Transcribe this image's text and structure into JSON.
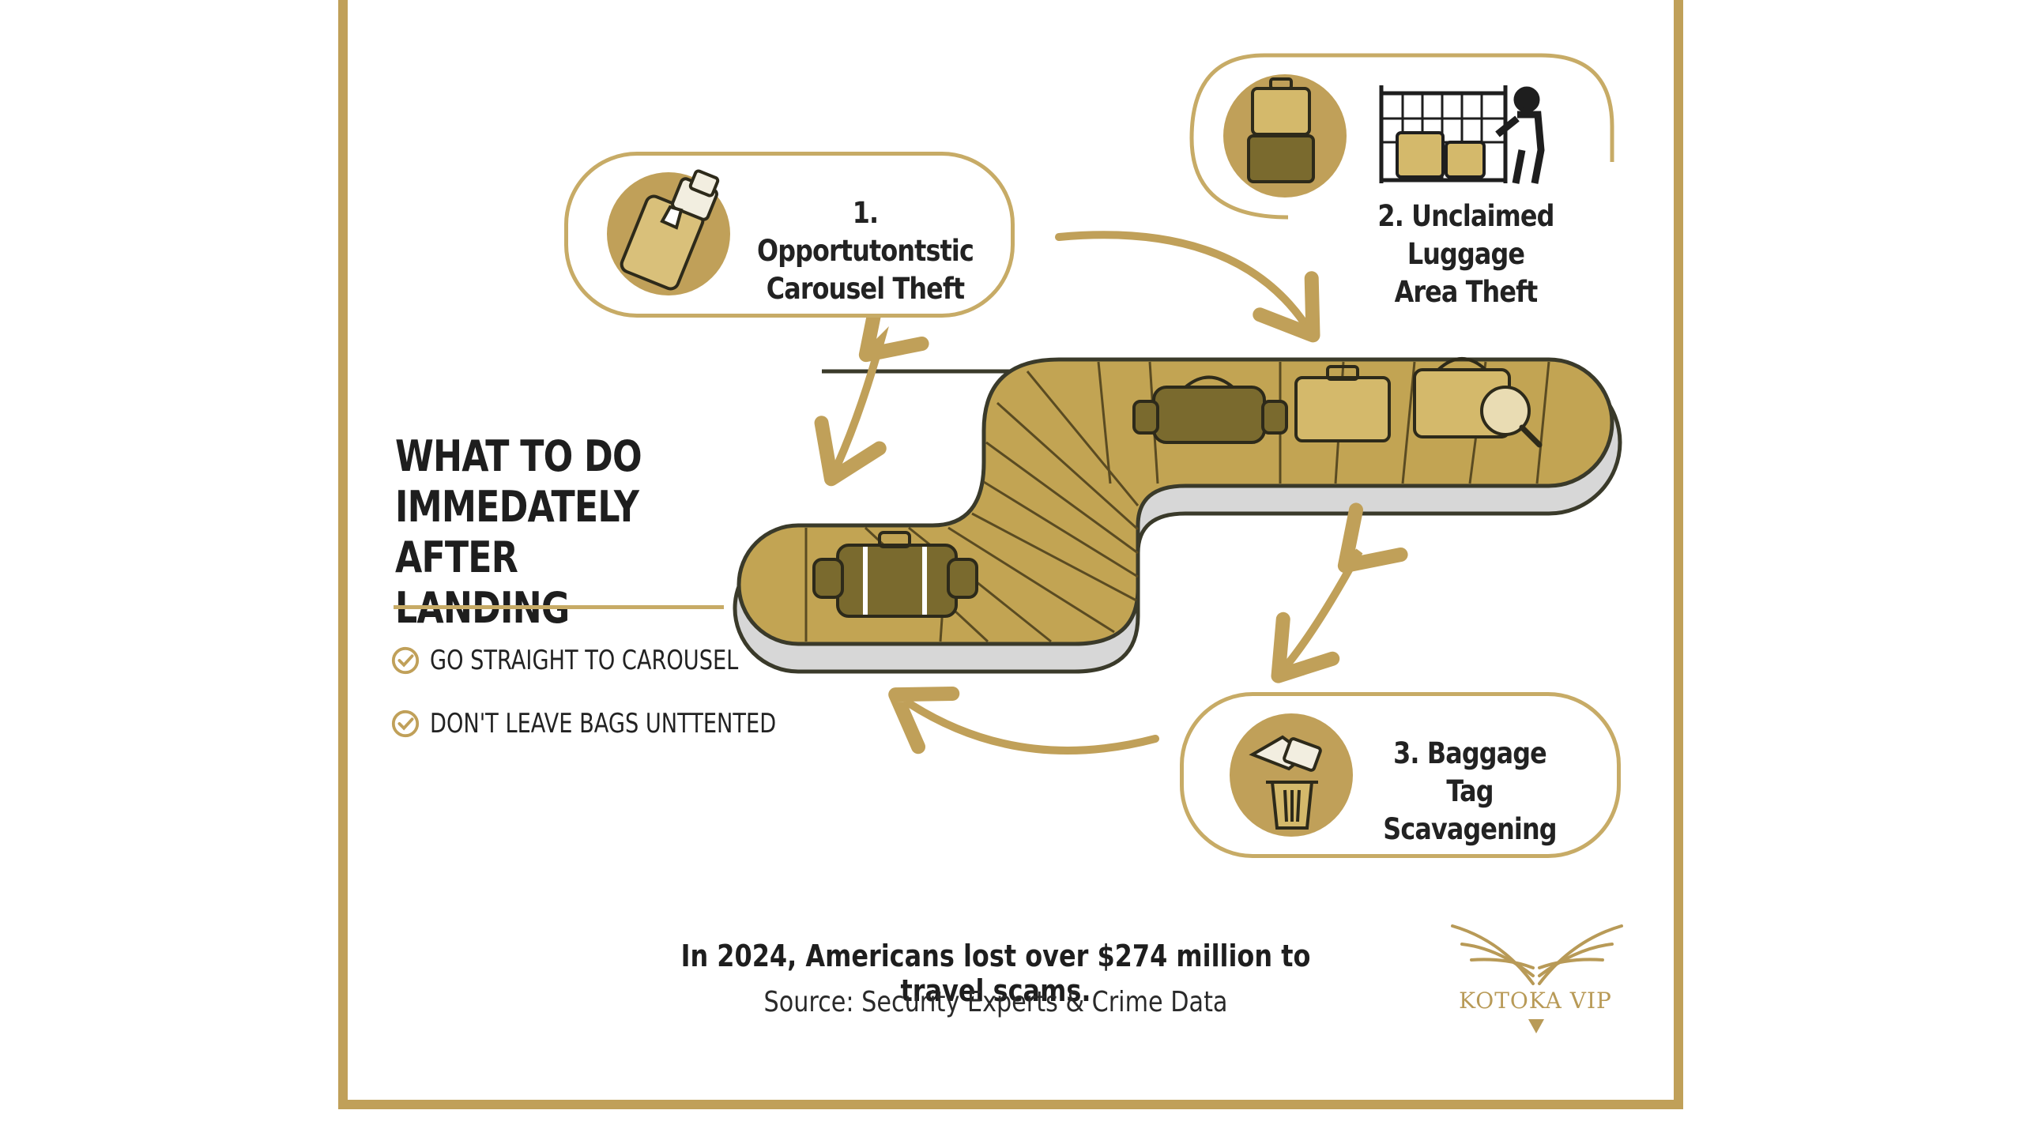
{
  "heading": [
    "WHAT TO DO",
    "IMMEDATELY",
    "AFTER LANDING"
  ],
  "checklist": [
    "GO STRAIGHT TO CAROUSEL",
    "DON'T LEAVE BAGS UNTTENTED"
  ],
  "threats": [
    {
      "line1": "1. Opportutontstic",
      "line2": "Carousel Theft",
      "icon": "suitcase-hand-icon"
    },
    {
      "line1": "2. Unclaimed Luggage",
      "line2": "Area Theft",
      "icon": "luggage-stack-icon"
    },
    {
      "line1": "3. Baggage Tag",
      "line2": "Scavagening",
      "icon": "tag-trash-icon"
    }
  ],
  "illustration": {
    "icon": "baggage-carousel-illustration",
    "secondary_icon": "thief-at-cage-icon"
  },
  "stat": "In 2024, Americans lost over $274 million to travel scams.",
  "source": "Source: Security Experts & Crime Data",
  "logo": {
    "text": "KOTOKA VIP",
    "icon": "wings-logo-icon"
  },
  "colors": {
    "gold": "#c0a059",
    "gold_dark": "#7a6a2e",
    "text": "#1e1e1e",
    "belt_edge": "#cfcfcf"
  }
}
